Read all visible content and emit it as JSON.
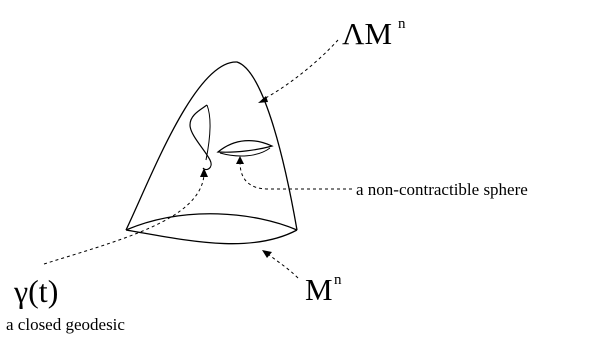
{
  "labels": {
    "loop_space": {
      "base": "ΛM",
      "sup": "n"
    },
    "manifold": {
      "base": "M",
      "sup": "n"
    },
    "sphere": "a non-contractible sphere",
    "geodesic_symbol": "γ(t)",
    "geodesic": "a closed geodesic"
  },
  "colors": {
    "ink": "#000000",
    "background": "#ffffff"
  }
}
